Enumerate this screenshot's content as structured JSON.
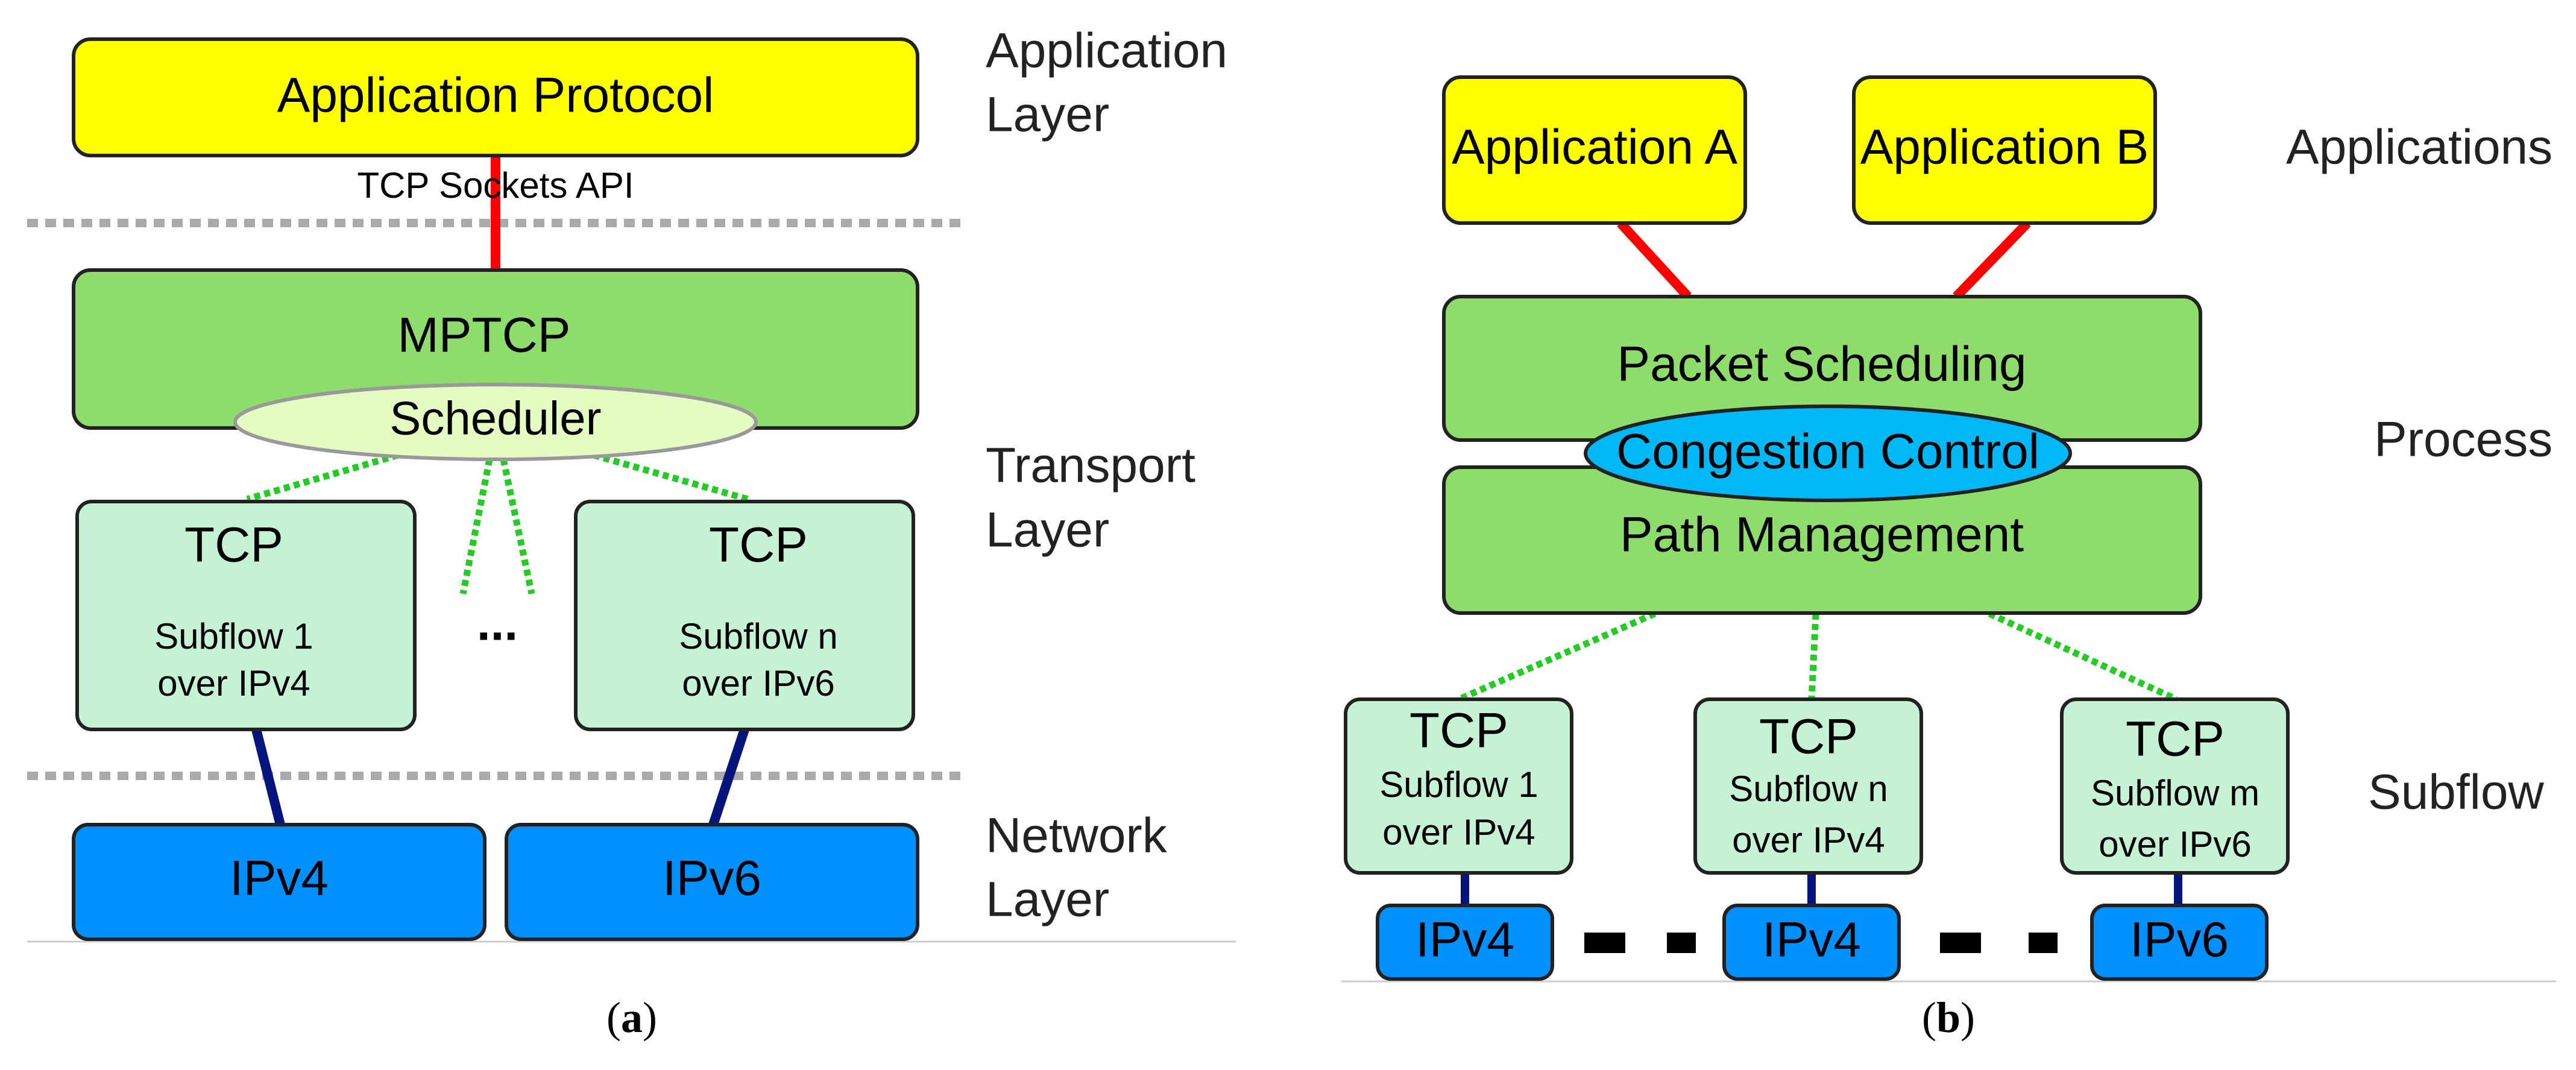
{
  "colors": {
    "yellow": "#ffff00",
    "green": "#8ddc6c",
    "light_green": "#c6f2d4",
    "pale_green": "#e4fbc2",
    "blue": "#0090ff",
    "cyan": "#00b8f5",
    "red_link": "#ff0000",
    "navy_link": "#06147d",
    "dotted_green": "#22cc22",
    "separator": "#aaaaaa"
  },
  "panel_a": {
    "app_protocol": "Application Protocol",
    "sockets_api": "TCP Sockets API",
    "mptcp": "MPTCP",
    "scheduler": "Scheduler",
    "tcp_left": {
      "title": "TCP",
      "line1": "Subflow 1",
      "line2": "over IPv4"
    },
    "ellipsis": "...",
    "tcp_right": {
      "title": "TCP",
      "line1": "Subflow n",
      "line2": "over IPv6"
    },
    "ipv4": "IPv4",
    "ipv6": "IPv6",
    "layers": {
      "application": [
        "Application",
        "Layer"
      ],
      "transport": [
        "Transport",
        "Layer"
      ],
      "network": [
        "Network",
        "Layer"
      ]
    },
    "caption": {
      "open": "(",
      "letter": "a",
      "close": ")"
    }
  },
  "panel_b": {
    "app_a": "Application A",
    "app_b": "Application B",
    "packet_scheduling": "Packet Scheduling",
    "congestion_control": "Congestion Control",
    "path_management": "Path Management",
    "subflows": [
      {
        "title": "TCP",
        "line1": "Subflow 1",
        "line2": "over IPv4",
        "ip": "IPv4"
      },
      {
        "title": "TCP",
        "line1": "Subflow n",
        "line2": "over IPv4",
        "ip": "IPv4"
      },
      {
        "title": "TCP",
        "line1": "Subflow m",
        "line2": "over IPv6",
        "ip": "IPv6"
      }
    ],
    "labels": {
      "applications": "Applications",
      "process": "Process",
      "subflow": "Subflow"
    },
    "caption": {
      "open": "(",
      "letter": "b",
      "close": ")"
    }
  }
}
